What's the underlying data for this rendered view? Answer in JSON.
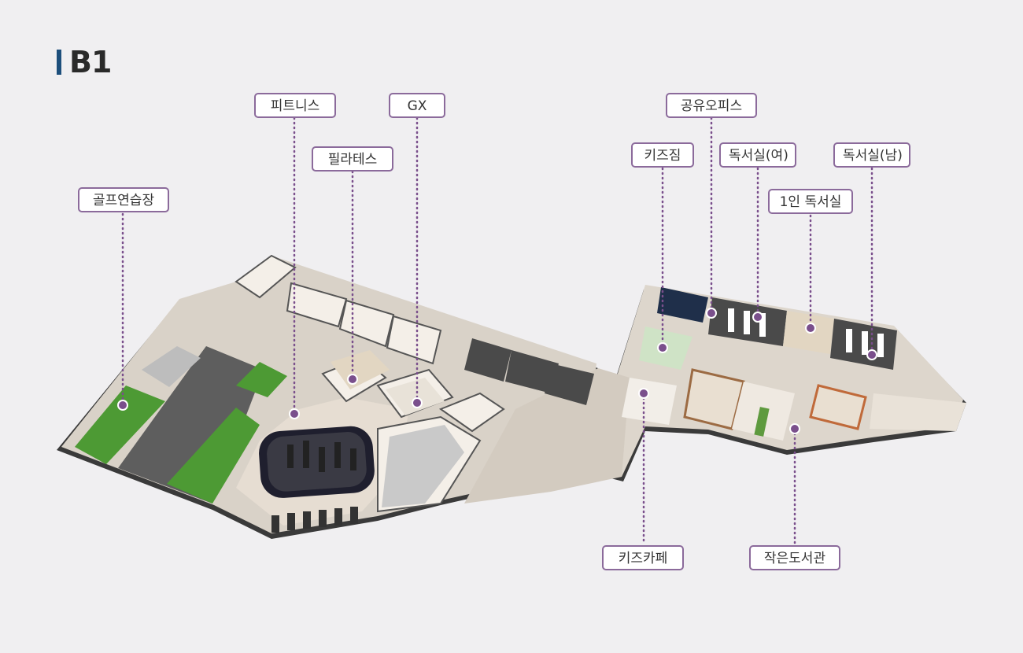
{
  "floor": "B1",
  "colors": {
    "accent_bar": "#1d4f7c",
    "label_border": "#8b6a9b",
    "leader_dot": "#7a4f8c",
    "background": "#f0eff1"
  },
  "labels": {
    "golf": "골프연습장",
    "fitness": "피트니스",
    "pilates": "필라테스",
    "gx": "GX",
    "kids_gym": "키즈짐",
    "shared_office": "공유오피스",
    "reading_female": "독서실(여)",
    "reading_male": "독서실(남)",
    "single_reading": "1인 독서실",
    "kids_cafe": "키즈카페",
    "small_library": "작은도서관"
  }
}
